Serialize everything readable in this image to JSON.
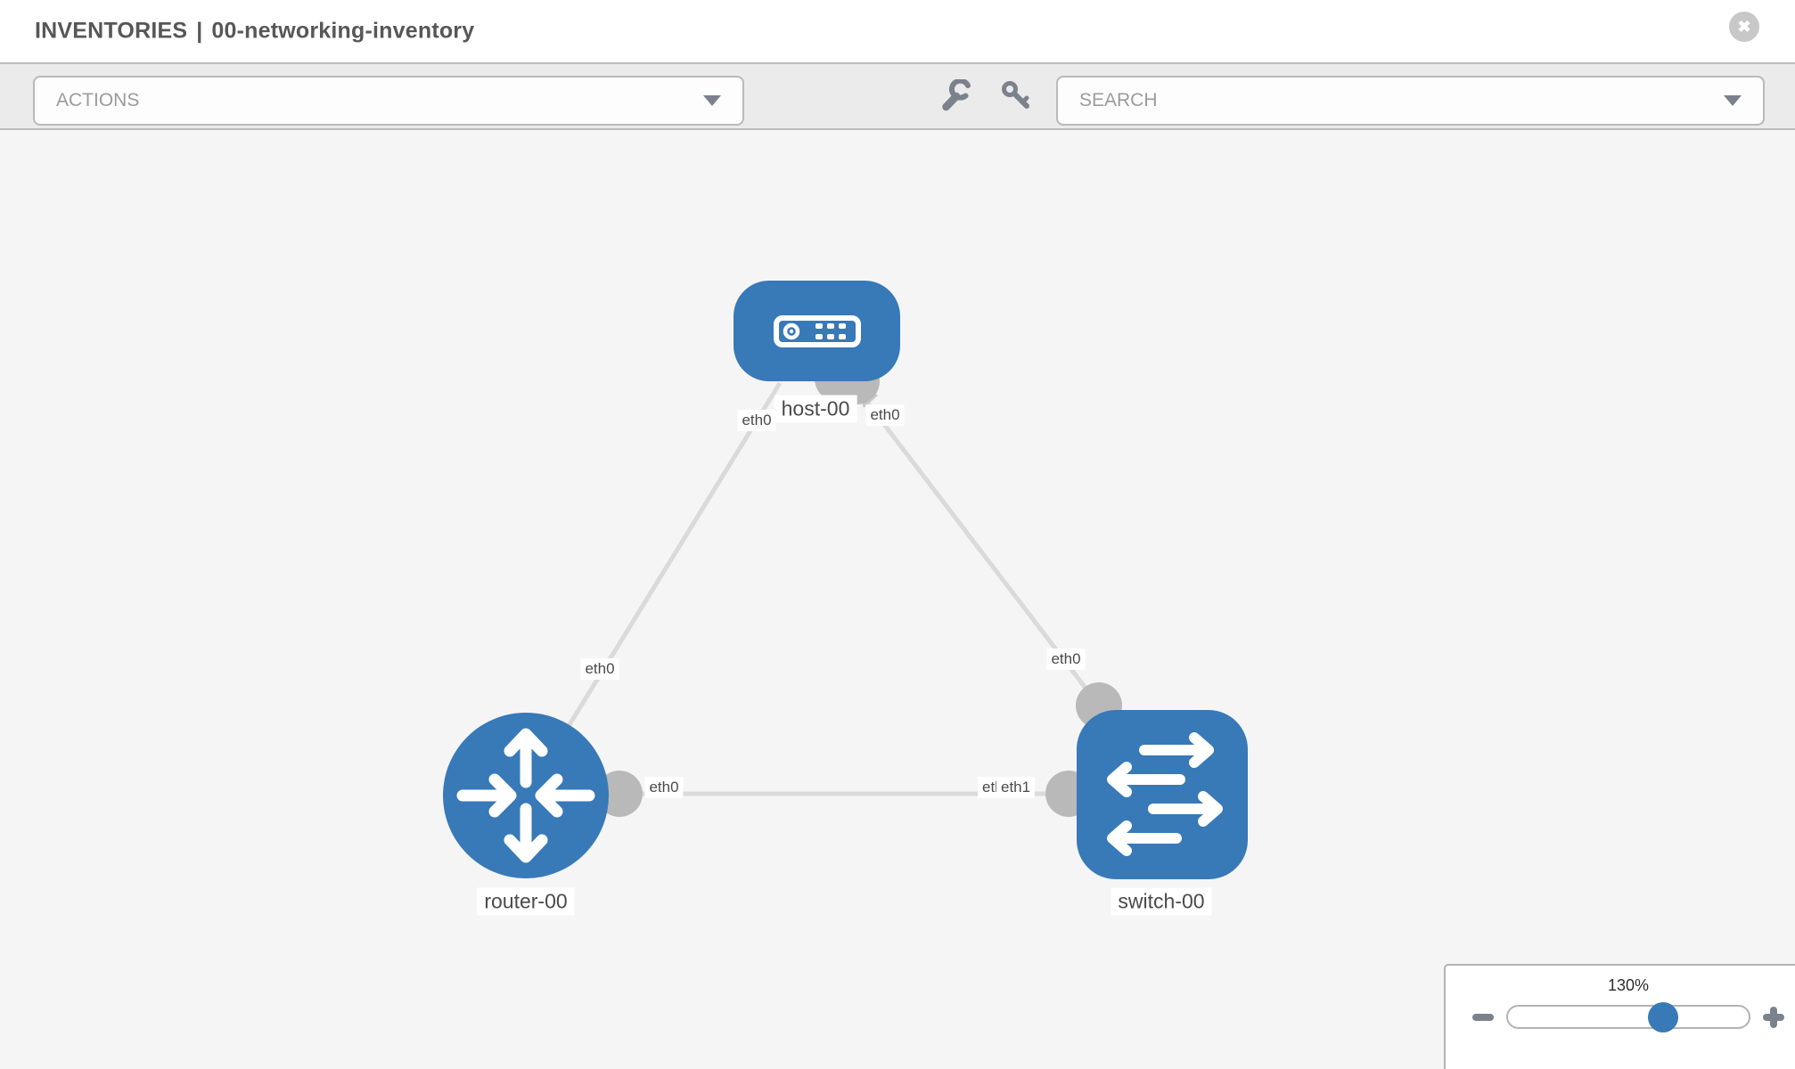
{
  "header": {
    "section": "INVENTORIES",
    "separator": "|",
    "inventory_name": "00-networking-inventory",
    "close_glyph": "✖"
  },
  "toolbar": {
    "actions_label": "ACTIONS",
    "search_label": "SEARCH",
    "icons": [
      "wrench-icon",
      "key-icon"
    ]
  },
  "topology": {
    "nodes": [
      {
        "id": "host-00",
        "type": "host",
        "label": "host-00"
      },
      {
        "id": "router-00",
        "type": "router",
        "label": "router-00"
      },
      {
        "id": "switch-00",
        "type": "switch",
        "label": "switch-00"
      }
    ],
    "links": [
      {
        "from": "host-00",
        "to": "router-00",
        "from_interface": "eth0",
        "to_interface": "eth0"
      },
      {
        "from": "host-00",
        "to": "switch-00",
        "from_interface": "eth0",
        "to_interface": "eth0"
      },
      {
        "from": "router-00",
        "to": "switch-00",
        "from_interface": "eth0",
        "to_interface": "eth1"
      }
    ],
    "overlapped_interface_label": "eth0"
  },
  "zoom_control": {
    "level": "130%"
  },
  "colors": {
    "node_blue": "#3879b8",
    "link_gray": "#dadada",
    "connector_gray": "#b9b9b9",
    "canvas_bg": "#f5f5f6",
    "toolbar_bg": "#ebebeb",
    "icon_gray": "#7c828c"
  }
}
